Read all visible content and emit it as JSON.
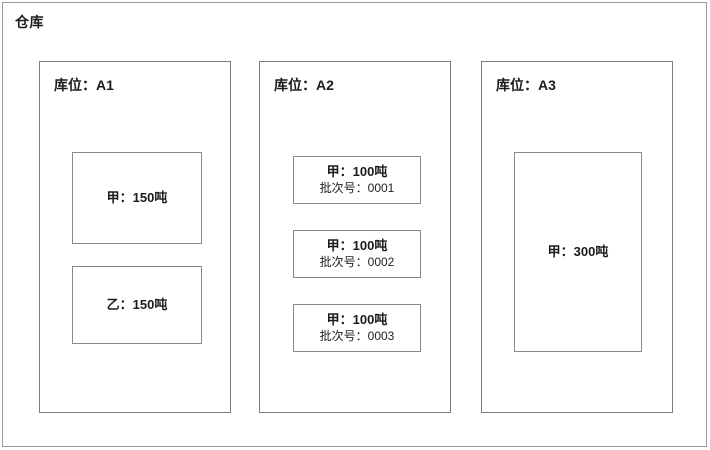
{
  "diagram": {
    "title": "仓库",
    "locations": [
      {
        "title": "库位：A1",
        "boxes": [
          {
            "main": "甲：150吨",
            "sub": ""
          },
          {
            "main": "乙：150吨",
            "sub": ""
          }
        ]
      },
      {
        "title": "库位：A2",
        "boxes": [
          {
            "main": "甲：100吨",
            "sub": "批次号：0001"
          },
          {
            "main": "甲：100吨",
            "sub": "批次号：0002"
          },
          {
            "main": "甲：100吨",
            "sub": "批次号：0003"
          }
        ]
      },
      {
        "title": "库位：A3",
        "boxes": [
          {
            "main": "甲：300吨",
            "sub": ""
          }
        ]
      }
    ]
  },
  "colors": {
    "outer_border": "#9a9a9a",
    "column_border": "#7b7b7b",
    "box_border": "#8a8a8a",
    "text": "#1b1b1b",
    "background": "#ffffff"
  }
}
